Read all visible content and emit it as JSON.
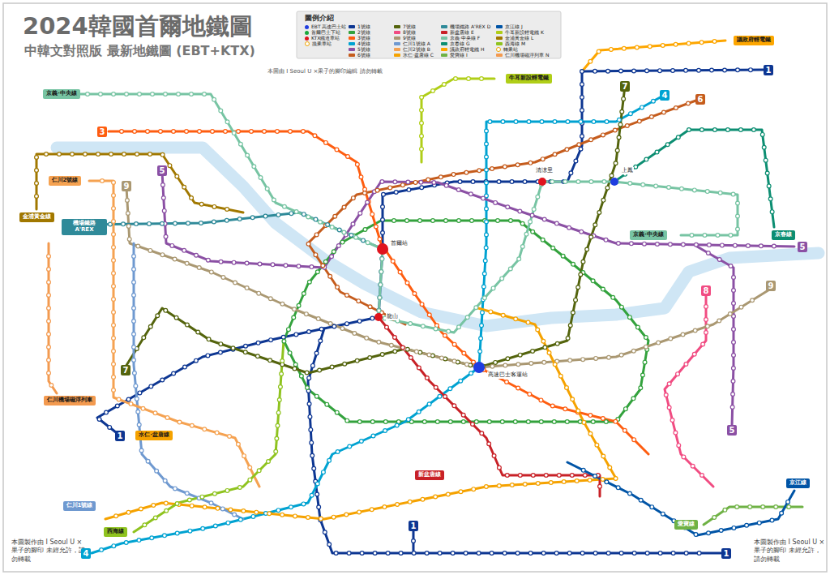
{
  "diagram": {
    "title": "2024韓國首爾地鐵圖",
    "caption": "中韓文對照版 最新地鐵圖 (EBT+KTX)",
    "nodes": [
      {
        "text": [
          "議政府輕電鐵"
        ]
      },
      {
        "text": [
          "1"
        ]
      },
      {
        "text": [
          "牛耳新設輕電鐵"
        ]
      },
      {
        "text": [
          "7"
        ]
      },
      {
        "text": [
          "4"
        ]
      },
      {
        "text": [
          "京義·中央線"
        ]
      },
      {
        "text": [
          "6"
        ]
      },
      {
        "text": [
          "3"
        ]
      },
      {
        "text": [
          "5"
        ]
      },
      {
        "text": [
          "仁川2號線"
        ]
      },
      {
        "text": [
          "9"
        ]
      },
      {
        "text": [
          "金浦黃金線"
        ]
      },
      {
        "text": [
          "機場鐵路 A'REX"
        ]
      },
      {
        "text": [
          "京義·中央線"
        ]
      },
      {
        "text": [
          "京春線"
        ]
      },
      {
        "text": [
          "5"
        ]
      },
      {
        "text": [
          "9"
        ]
      },
      {
        "text": [
          "8"
        ]
      },
      {
        "text": [
          "7"
        ]
      },
      {
        "text": [
          "仁川機場磁浮列車"
        ]
      },
      {
        "text": [
          "5"
        ]
      },
      {
        "text": [
          "1"
        ]
      },
      {
        "text": [
          "水仁·盆唐線"
        ]
      },
      {
        "text": [
          "新盆唐線"
        ]
      },
      {
        "text": [
          "京江線"
        ]
      },
      {
        "text": [
          "仁川1號線"
        ]
      },
      {
        "text": [
          "愛寶線"
        ]
      },
      {
        "text": [
          "1"
        ]
      },
      {
        "text": [
          "西海線"
        ]
      },
      {
        "text": [
          "4"
        ]
      },
      {
        "text": [
          "1"
        ]
      }
    ],
    "labels": [
      "本圖由 I Seoul U ×果子的腳印編輯 請勿轉載",
      "圖例介紹",
      "首爾站",
      "龍山",
      "清涼里",
      "上鳳",
      "高速巴士客運站",
      "本圖製作由 I Seoul U ×果子的腳印 未經允許，請勿轉載",
      "本圖製作由 I Seoul U ×果子的腳印 未經允許，請勿轉載"
    ],
    "legend": [
      {
        "text": "EBT 高速巴士站",
        "color": "#1f3de0"
      },
      {
        "text": "首爾巴士下站",
        "color": "#1aa83c"
      },
      {
        "text": "KTX鐵道車站",
        "color": "#e0141e"
      },
      {
        "text": "換乘車站"
      },
      {
        "text": "1號線",
        "color": "#0d3692"
      },
      {
        "text": "2號線",
        "color": "#33a23d"
      },
      {
        "text": "3號線",
        "color": "#fe5d10"
      },
      {
        "text": "4號線",
        "color": "#00a2d1"
      },
      {
        "text": "5號線",
        "color": "#8b50a4"
      },
      {
        "text": "6號線",
        "color": "#c55c1d"
      },
      {
        "text": "7號線",
        "color": "#54640d"
      },
      {
        "text": "8號線",
        "color": "#f14c82"
      },
      {
        "text": "9號線",
        "color": "#aa9872"
      },
      {
        "text": "仁川1號線 A",
        "color": "#6f99d0"
      },
      {
        "text": "仁川2號線 B",
        "color": "#f5a251"
      },
      {
        "text": "水仁·盆唐線 C",
        "color": "#f5a200"
      },
      {
        "text": "機場鐵路 A'REX D",
        "color": "#2f8a99"
      },
      {
        "text": "新盆唐線 E",
        "color": "#c82127"
      },
      {
        "text": "京義·中央線 F",
        "color": "#77c4a3"
      },
      {
        "text": "京春線 G",
        "color": "#0c8e72"
      },
      {
        "text": "議政府輕電鐵 H",
        "color": "#fda600"
      },
      {
        "text": "愛寶線 I",
        "color": "#6fb245"
      },
      {
        "text": "京江線 J",
        "color": "#0054a6"
      },
      {
        "text": "牛耳新設輕電鐵 K",
        "color": "#b0ce18"
      },
      {
        "text": "金浦黃金線 L",
        "color": "#a17800"
      },
      {
        "text": "西海線 M",
        "color": "#8fc31f"
      },
      {
        "text": "轉乘站"
      },
      {
        "text": "仁川機場磁浮列車 N",
        "color": "#f39a4f"
      }
    ]
  }
}
